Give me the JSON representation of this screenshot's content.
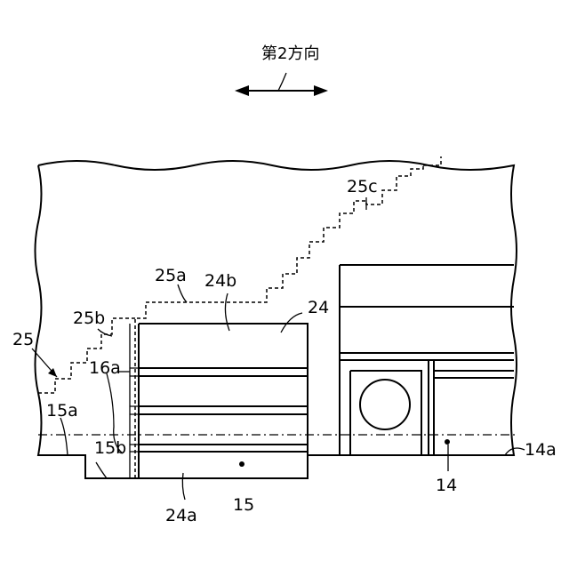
{
  "direction_label": "第2方向",
  "labels": {
    "l25": "25",
    "l25a": "25a",
    "l25b": "25b",
    "l25c": "25c",
    "l24": "24",
    "l24a": "24a",
    "l24b": "24b",
    "l16a": "16a",
    "l15": "15",
    "l15a": "15a",
    "l15b": "15b",
    "l14": "14",
    "l14a": "14a"
  }
}
